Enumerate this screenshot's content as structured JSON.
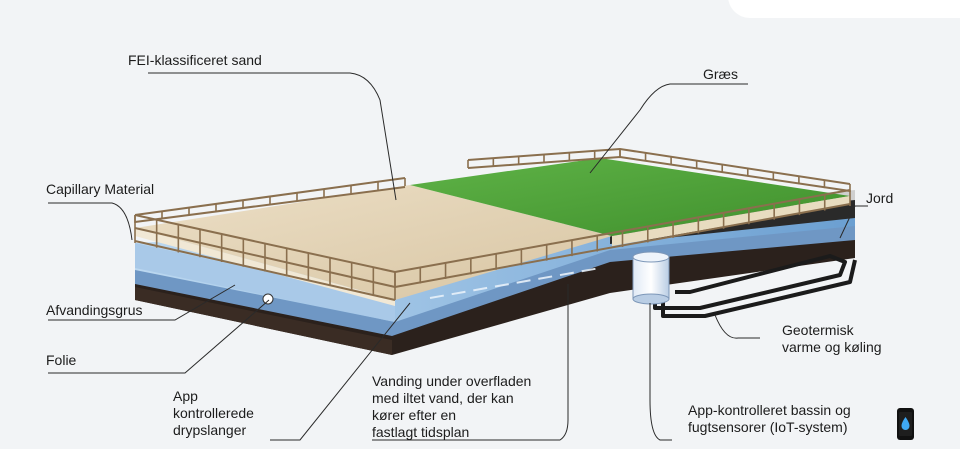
{
  "labels": {
    "sand": "FEI-klassificeret sand",
    "grass": "Græs",
    "capillary": "Capillary Material",
    "soil": "Jord",
    "drainage": "Afvandingsgrus",
    "foil": "Folie",
    "drip": "App\nkontrollerede\ndrypslanger",
    "irrigation": "Vanding under overfladen\nmed iltet vand, der kan\nkører efter en\nfastlagt tidsplan",
    "geothermal": "Geotermisk\nvarme og køling",
    "basin": "App-kontrolleret bassin og\nfugtsensorer (IoT-system)"
  },
  "colors": {
    "background": "#f2f4f6",
    "sand": "#e3d3b4",
    "grass": "#55a83c",
    "water_layer": "#8fb8dc",
    "soil": "#2b211c",
    "railing": "#8a6f4e",
    "leader_line": "#2a2a2a"
  },
  "icons": [
    "phone-icon",
    "water-drop-icon"
  ]
}
